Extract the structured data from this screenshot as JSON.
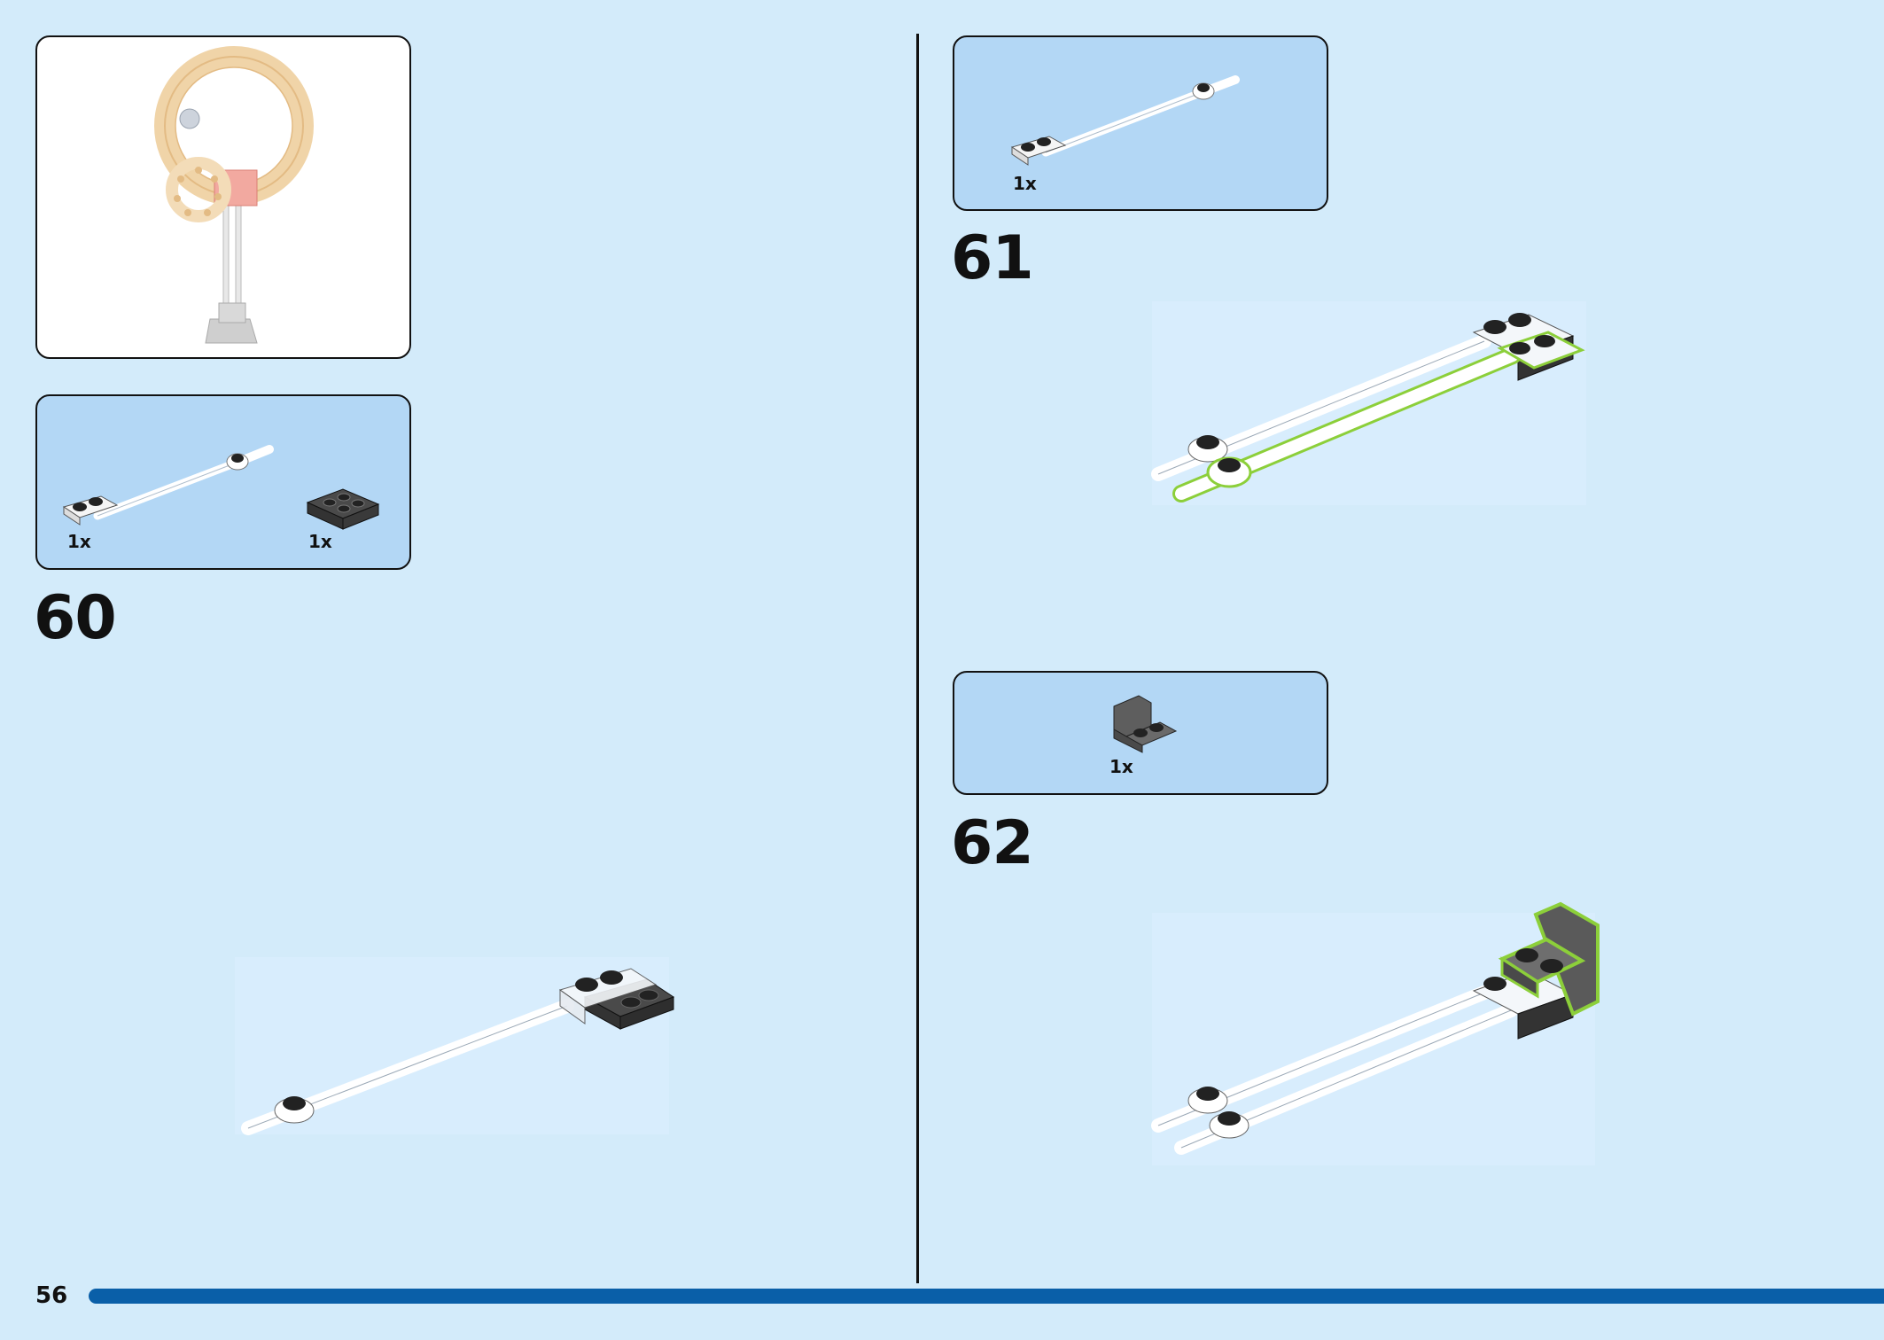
{
  "page": {
    "number": "56"
  },
  "colors": {
    "background": "#d3ebfa",
    "parts_panel": "#b3d7f5",
    "footer_bar": "#0a5fa8",
    "new_part_highlight": "#8ccf3a"
  },
  "left": {
    "submodel_preview": {
      "icon": "ring-assembly-illustration"
    },
    "parts_panel": {
      "items": [
        {
          "qty": "1x",
          "icon": "antenna-bar-with-plate-icon"
        },
        {
          "qty": "1x",
          "icon": "dark-plate-2x2-icon"
        }
      ]
    },
    "step": {
      "number": "60",
      "icon": "bar-with-plates-assembly"
    }
  },
  "right": {
    "parts_panel_61": {
      "items": [
        {
          "qty": "1x",
          "icon": "antenna-bar-with-plate-icon"
        }
      ]
    },
    "step_61": {
      "number": "61",
      "icon": "double-bar-assembly"
    },
    "parts_panel_62": {
      "items": [
        {
          "qty": "1x",
          "icon": "dark-bracket-icon"
        }
      ]
    },
    "step_62": {
      "number": "62",
      "icon": "double-bar-with-bracket-assembly"
    }
  }
}
